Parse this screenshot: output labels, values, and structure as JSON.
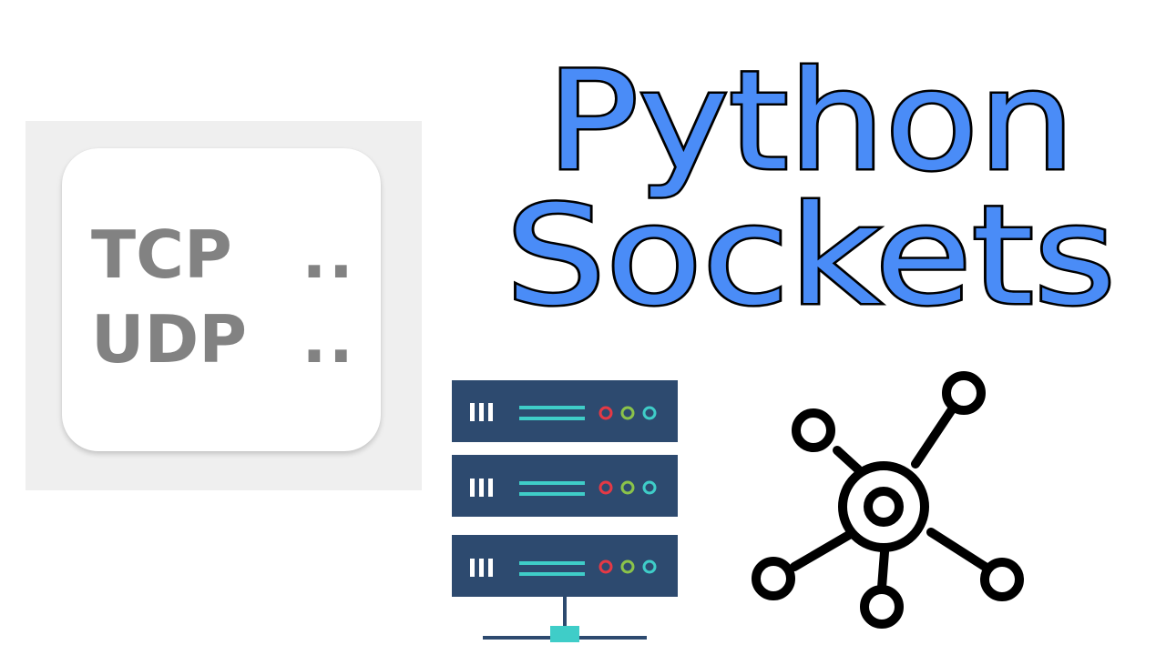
{
  "thumbnail": {
    "protocols": [
      {
        "name": "TCP",
        "suffix": ".."
      },
      {
        "name": "UDP",
        "suffix": ".."
      }
    ],
    "title": {
      "line1": "Python",
      "line2": "Sockets"
    },
    "colors": {
      "title_fill": "#4a8cf7",
      "protocol_text": "#828282",
      "server_body": "#2d4a6f",
      "server_stripe": "#3fcdc8",
      "led_red": "#e53945",
      "led_green": "#8bc34a",
      "led_cyan": "#3fcdc8"
    },
    "icons": {
      "server": "server-rack-icon",
      "network": "network-hub-icon"
    }
  }
}
